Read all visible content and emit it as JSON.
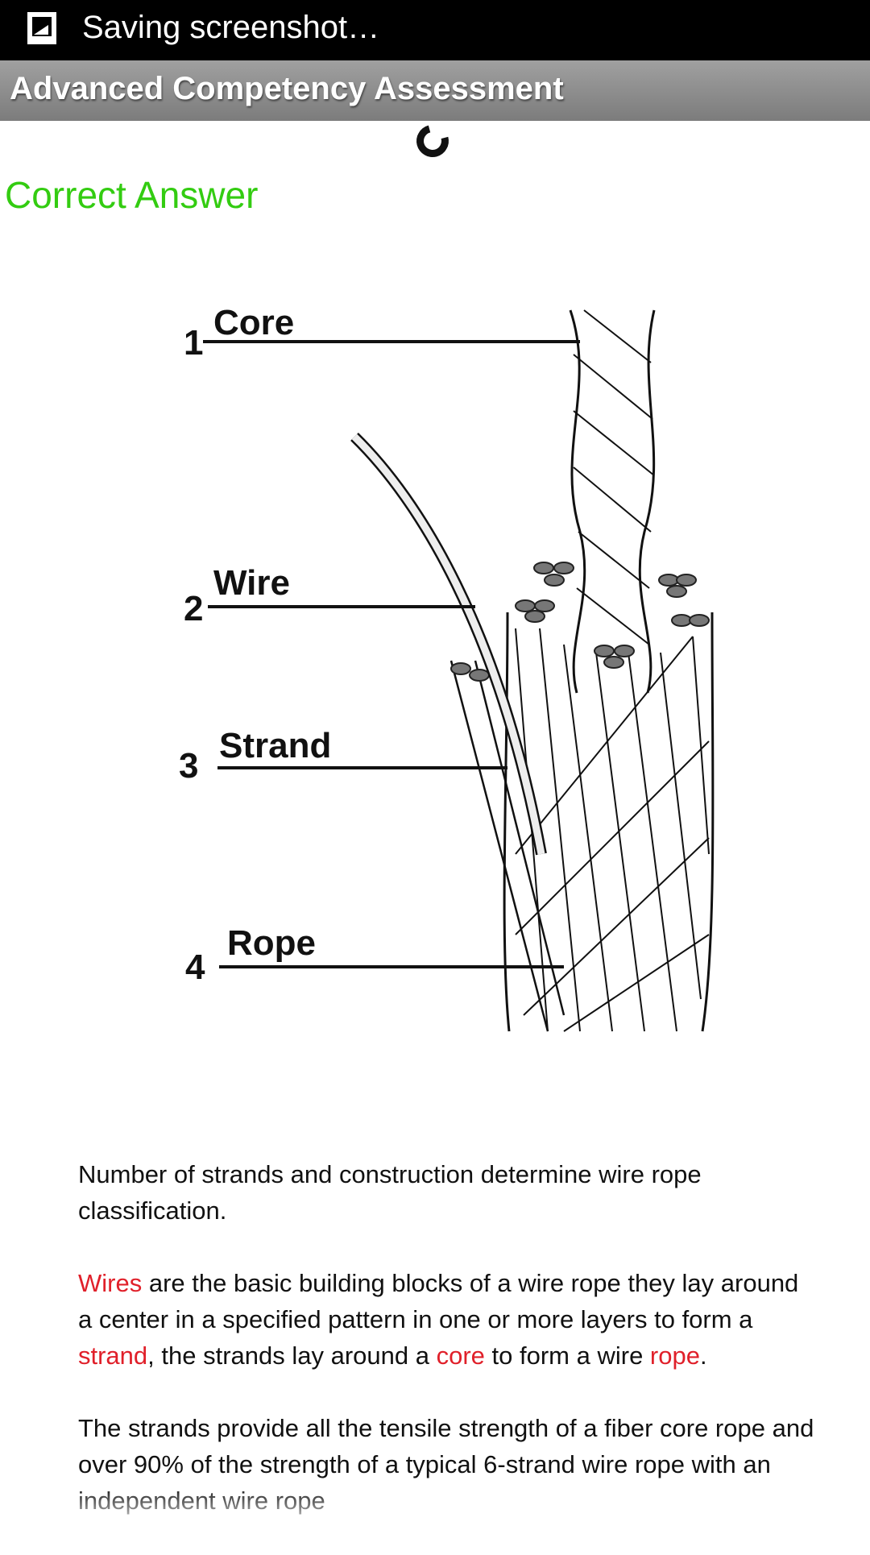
{
  "status_bar": {
    "icon": "screenshot-icon",
    "text": "Saving screenshot…"
  },
  "title_bar": {
    "title": "Advanced Competency Assessment"
  },
  "result": {
    "label": "Correct Answer",
    "color": "#33cc11"
  },
  "diagram": {
    "labels": [
      {
        "num": "1",
        "name": "Core"
      },
      {
        "num": "2",
        "name": "Wire"
      },
      {
        "num": "3",
        "name": "Strand"
      },
      {
        "num": "4",
        "name": "Rope"
      }
    ]
  },
  "description": {
    "p1": "Number of strands and construction determine wire rope classification.",
    "p2": {
      "w1": "Wires",
      "t1": " are the basic building blocks of a wire rope they lay around a center in a specified pattern in one or more layers to form a ",
      "w2": "strand",
      "t2": ", the strands lay around a ",
      "w3": "core",
      "t3": " to form a wire ",
      "w4": "rope",
      "t4": "."
    },
    "p3": "The strands provide all the tensile strength of a fiber core rope and over 90% of the strength of a typical 6-strand wire rope with an independent wire rope"
  }
}
